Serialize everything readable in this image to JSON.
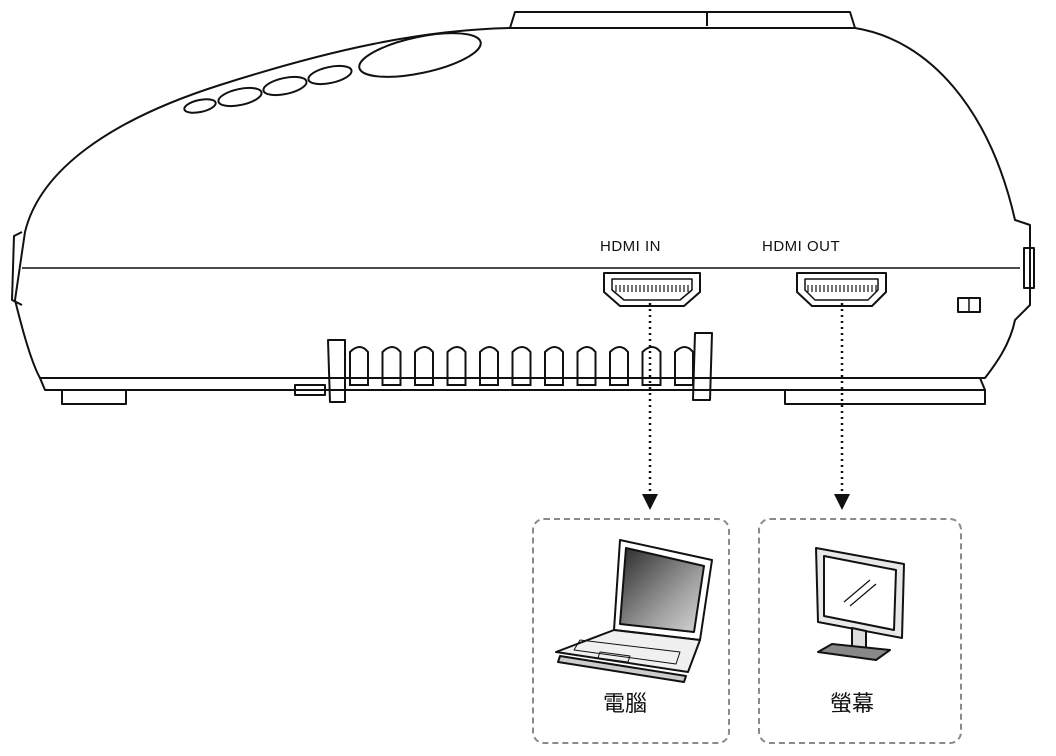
{
  "ports": {
    "hdmi_in": {
      "label": "HDMI IN"
    },
    "hdmi_out": {
      "label": "HDMI OUT"
    }
  },
  "devices": {
    "computer": {
      "label": "電腦",
      "icon": "laptop-icon"
    },
    "monitor": {
      "label": "螢幕",
      "icon": "monitor-icon"
    }
  },
  "colors": {
    "line": "#111111",
    "dash_box": "#8a8a8a"
  }
}
